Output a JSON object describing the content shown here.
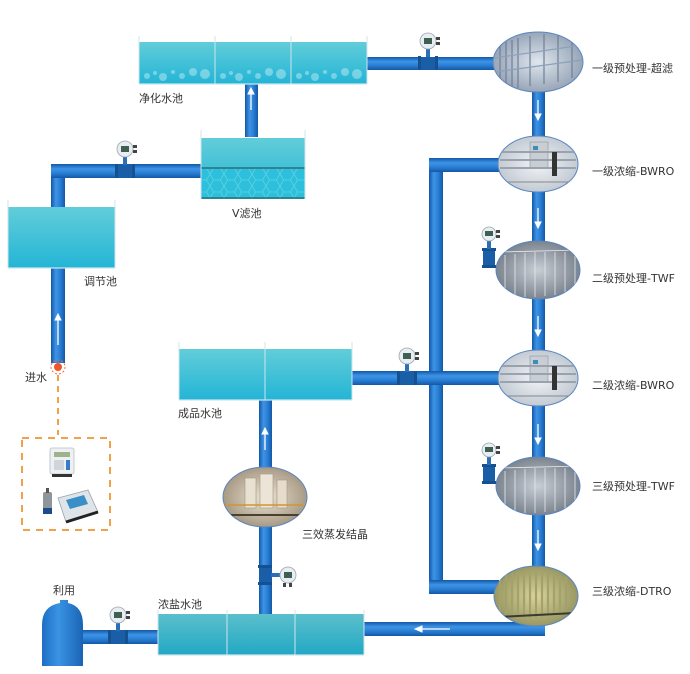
{
  "diagram": {
    "type": "water-treatment-process-flow",
    "colors": {
      "pipe": "#1f73c9",
      "pipe_highlight": "#3d94e6",
      "pipe_shadow": "#1458a8",
      "water_top": "#62cdd9",
      "water_bottom": "#23b5d6",
      "dashed_border": "#f0a14a",
      "arrow": "#ffffff",
      "text": "#333333"
    },
    "tanks": {
      "purified": {
        "label": "净化水池"
      },
      "v_filter": {
        "label": "V滤池"
      },
      "regulating": {
        "label": "调节池"
      },
      "product": {
        "label": "成品水池"
      },
      "brine": {
        "label": "浓盐水池"
      }
    },
    "stages": [
      {
        "id": "uf",
        "label": "一级预处理-超滤",
        "equipment": "ultrafiltration-skid"
      },
      {
        "id": "bwro1",
        "label": "一级浓缩-BWRO",
        "equipment": "ro-skid"
      },
      {
        "id": "twf2",
        "label": "二级预处理-TWF",
        "equipment": "membrane-rack"
      },
      {
        "id": "bwro2",
        "label": "二级浓缩-BWRO",
        "equipment": "ro-skid"
      },
      {
        "id": "twf3",
        "label": "三级预处理-TWF",
        "equipment": "membrane-rack"
      },
      {
        "id": "dtro",
        "label": "三级浓缩-DTRO",
        "equipment": "dtro-columns"
      }
    ],
    "evaporator": {
      "label": "三效蒸发结晶"
    },
    "inlet": {
      "label": "进水"
    },
    "reuse": {
      "label": "利用"
    }
  }
}
